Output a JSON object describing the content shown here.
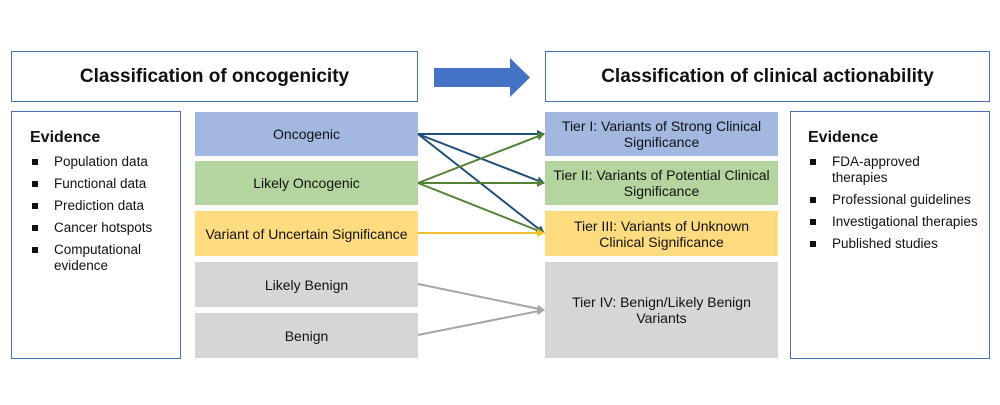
{
  "left_header": "Classification of oncogenicity",
  "right_header": "Classification of clinical actionability",
  "left_evidence": {
    "title": "Evidence",
    "items": [
      "Population data",
      "Functional data",
      "Prediction data",
      "Cancer hotspots",
      "Computational evidence"
    ]
  },
  "right_evidence": {
    "title": "Evidence",
    "items": [
      "FDA-approved therapies",
      "Professional guidelines",
      "Investigational therapies",
      "Published studies"
    ]
  },
  "oncogenicity": [
    {
      "label": "Oncogenic",
      "color": "#a2b8e0"
    },
    {
      "label": "Likely Oncogenic",
      "color": "#b4d4a0"
    },
    {
      "label": "Variant of Uncertain Significance",
      "color": "#fddb7e"
    },
    {
      "label": "Likely Benign",
      "color": "#d6d6d6"
    },
    {
      "label": "Benign",
      "color": "#d6d6d6"
    }
  ],
  "tiers": [
    {
      "label": "Tier I: Variants of Strong Clinical Significance",
      "color": "#a2b8e0"
    },
    {
      "label": "Tier II: Variants of Potential Clinical Significance",
      "color": "#b4d4a0"
    },
    {
      "label": "Tier III: Variants of Unknown Clinical Significance",
      "color": "#fddb7e"
    },
    {
      "label": "Tier IV: Benign/Likely Benign Variants",
      "color": "#d6d6d6"
    }
  ],
  "connections": [
    {
      "from": 0,
      "to": 0,
      "color": "#1f4e79"
    },
    {
      "from": 0,
      "to": 1,
      "color": "#1f4e79"
    },
    {
      "from": 0,
      "to": 2,
      "color": "#1f4e79"
    },
    {
      "from": 1,
      "to": 0,
      "color": "#548235"
    },
    {
      "from": 1,
      "to": 1,
      "color": "#548235"
    },
    {
      "from": 1,
      "to": 2,
      "color": "#548235"
    },
    {
      "from": 2,
      "to": 2,
      "color": "#f2c12e"
    },
    {
      "from": 3,
      "to": 3,
      "color": "#a6a6a6"
    },
    {
      "from": 4,
      "to": 3,
      "color": "#a6a6a6"
    }
  ],
  "big_arrow_color": "#4472c4"
}
